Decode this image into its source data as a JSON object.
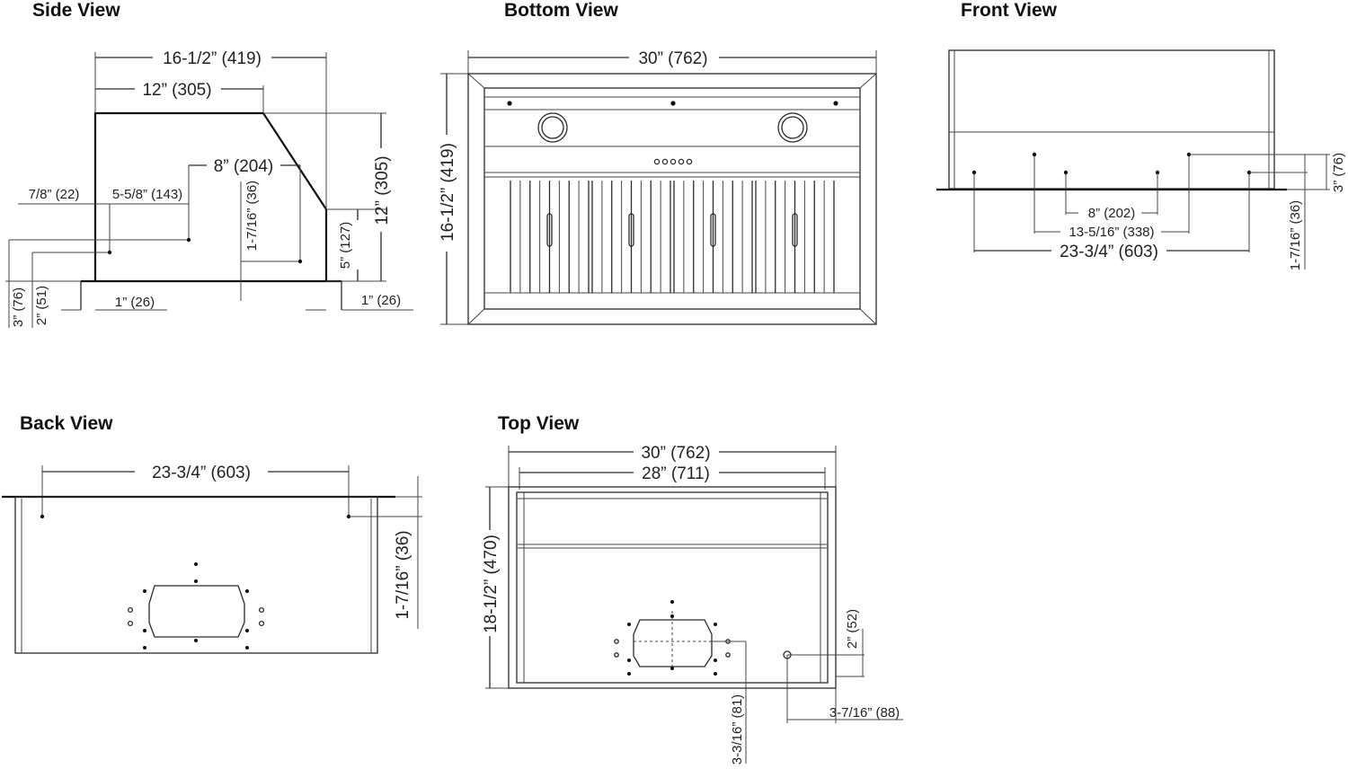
{
  "views": {
    "side": {
      "title": "Side View",
      "dims": {
        "overall_depth": "16-1/2” (419)",
        "top_depth": "12” (305)",
        "step_depth": "8” (204)",
        "height": "12” (305)",
        "front_offset": "7/8” (22)",
        "hole_offset": "5-5/8” (143)",
        "hole_height": "1-7/16” (36)",
        "inner_height": "5” (127)",
        "drop_3": "3” (76)",
        "drop_2": "2” (51)",
        "flange_left": "1” (26)",
        "flange_right": "1” (26)"
      }
    },
    "bottom": {
      "title": "Bottom View",
      "dims": {
        "width": "30” (762)",
        "depth": "16-1/2” (419)"
      }
    },
    "front": {
      "title": "Front View",
      "dims": {
        "span_8": "8” (202)",
        "span_13": "13-5/16” (338)",
        "span_23": "23-3/4” (603)",
        "height_3": "3” (76)",
        "height_1": "1-7/16” (36)"
      }
    },
    "back": {
      "title": "Back View",
      "dims": {
        "span": "23-3/4” (603)",
        "hole_height": "1-7/16” (36)"
      }
    },
    "top": {
      "title": "Top View",
      "dims": {
        "outer_width": "30” (762)",
        "inner_width": "28” (711)",
        "depth": "18-1/2” (470)",
        "offset_2": "2” (52)",
        "offset_x": "3-7/16” (88)",
        "offset_y": "3-3/16” (81)"
      }
    }
  }
}
